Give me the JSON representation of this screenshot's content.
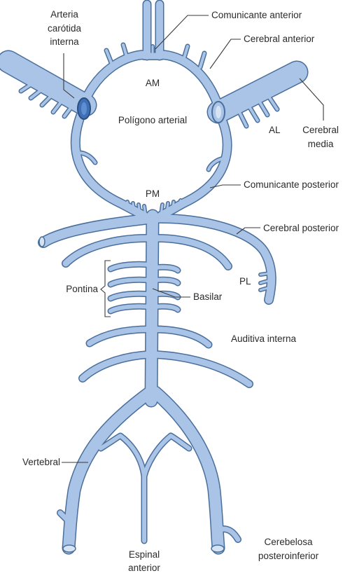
{
  "labels": {
    "carotida_line1": "Arteria",
    "carotida_line2": "carótida",
    "carotida_line3": "interna",
    "comunicante_anterior": "Comunicante anterior",
    "cerebral_anterior": "Cerebral anterior",
    "am": "AM",
    "poligono": "Polígono arterial",
    "al": "AL",
    "cerebral_media_line1": "Cerebral",
    "cerebral_media_line2": "media",
    "pm": "PM",
    "comunicante_posterior": "Comunicante posterior",
    "cerebral_posterior": "Cerebral posterior",
    "pl": "PL",
    "pontina": "Pontina",
    "basilar": "Basilar",
    "auditiva_interna": "Auditiva interna",
    "vertebral": "Vertebral",
    "espinal_line1": "Espinal",
    "espinal_line2": "anterior",
    "cerebelosa_line1": "Cerebelosa",
    "cerebelosa_line2": "posteroinferior"
  },
  "colors": {
    "vessel_fill": "#a9c4e6",
    "vessel_edge": "#4a6f9c",
    "lumen": "#3f6fb5"
  }
}
